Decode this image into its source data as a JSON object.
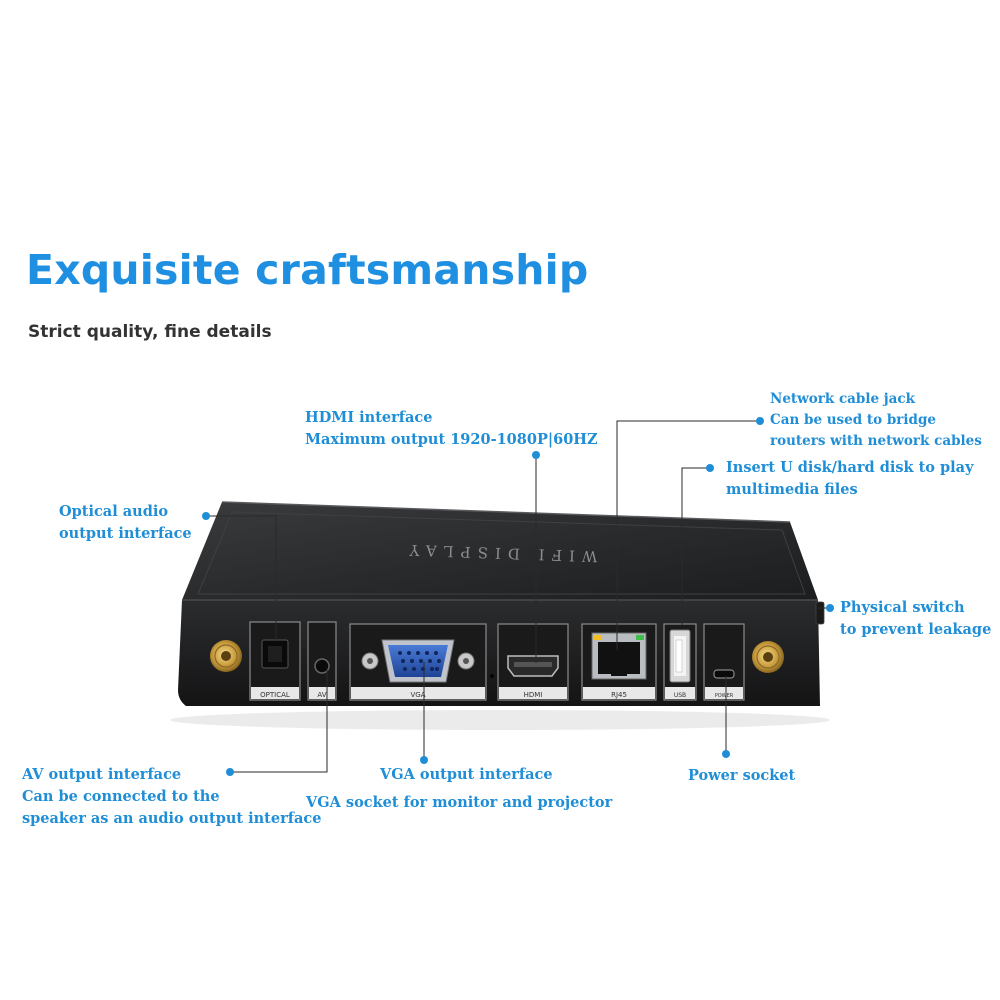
{
  "heading": {
    "title": "Exquisite craftsmanship",
    "subtitle": "Strict quality, fine details"
  },
  "device": {
    "top_label": "WIFI DISPLAY",
    "ports": {
      "optical": "OPTICAL",
      "av": "AV",
      "vga": "VGA",
      "hdmi": "HDMI",
      "rj45": "RJ45",
      "usb": "USB",
      "power": "POWER"
    }
  },
  "callouts": {
    "hdmi": {
      "line1": "HDMI interface",
      "line2": "Maximum output 1920-1080P|60HZ"
    },
    "network": {
      "line1": "Network cable jack",
      "line2": "Can be used to bridge",
      "line3": "routers with network cables"
    },
    "usb": {
      "line1": "Insert U disk/hard disk to play",
      "line2": "multimedia files"
    },
    "optical": {
      "line1": "Optical audio",
      "line2": "output interface"
    },
    "switch": {
      "line1": "Physical switch",
      "line2": "to prevent leakage"
    },
    "av": {
      "line1": "AV output interface",
      "line2": "Can be connected to the",
      "line3": "speaker as an audio output interface"
    },
    "vga": {
      "line1": "VGA output interface",
      "line2": "VGA socket for monitor and projector"
    },
    "power": {
      "line1": "Power socket"
    }
  },
  "colors": {
    "accent": "#1f8ed6",
    "title_blue": "#1e8fe1",
    "device_body": "#202122",
    "vga_port": "#2f5fb8"
  }
}
